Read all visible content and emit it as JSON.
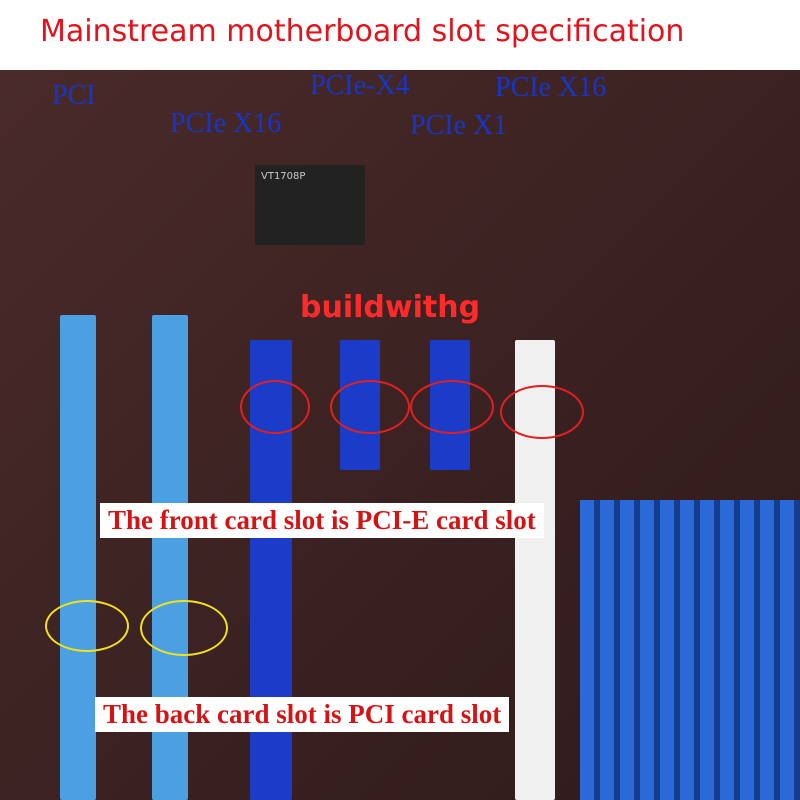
{
  "title": "Mainstream motherboard slot specification",
  "overlay_text": "buildwithg",
  "labels": {
    "pci": "PCI",
    "pcie_x16_left": "PCIe X16",
    "pcie_x4": "PCIe-X4",
    "pcie_x1": "PCIe X1",
    "pcie_x16_right": "PCIe X16"
  },
  "captions": {
    "front": "The front card slot is PCI-E card slot",
    "back": "The back card slot is PCI card slot"
  },
  "chip_text": "VT1708P",
  "colors": {
    "title": "#e0141c",
    "labels": "#1636c8",
    "captions": "#d41414",
    "pci_slot": "#4aa0e0",
    "pcie_slot": "#1a3cc8",
    "pcie_x16_slot": "#f0f0f0"
  }
}
